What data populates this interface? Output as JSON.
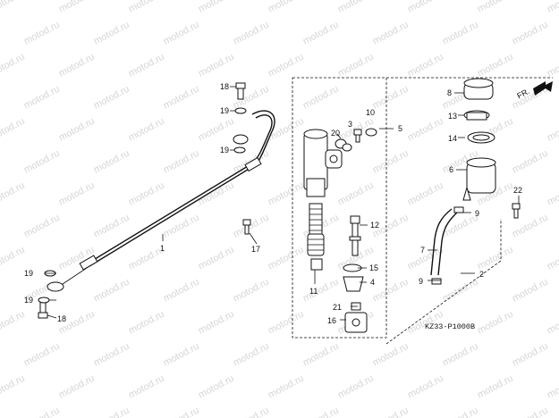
{
  "diagram": {
    "code": "KZ33-P1000B",
    "direction_label": "FR.",
    "watermark": "motod.ru",
    "labels": {
      "p1": "1",
      "p2": "2",
      "p3": "3",
      "p4": "4",
      "p5": "5",
      "p6": "6",
      "p7": "7",
      "p8": "8",
      "p9a": "9",
      "p9b": "9",
      "p10": "10",
      "p11": "11",
      "p12": "12",
      "p13": "13",
      "p14": "14",
      "p15": "15",
      "p16": "16",
      "p17": "17",
      "p18a": "18",
      "p18b": "18",
      "p19a": "19",
      "p19b": "19",
      "p19c": "19",
      "p19d": "19",
      "p20": "20",
      "p21": "21",
      "p22": "22"
    }
  }
}
